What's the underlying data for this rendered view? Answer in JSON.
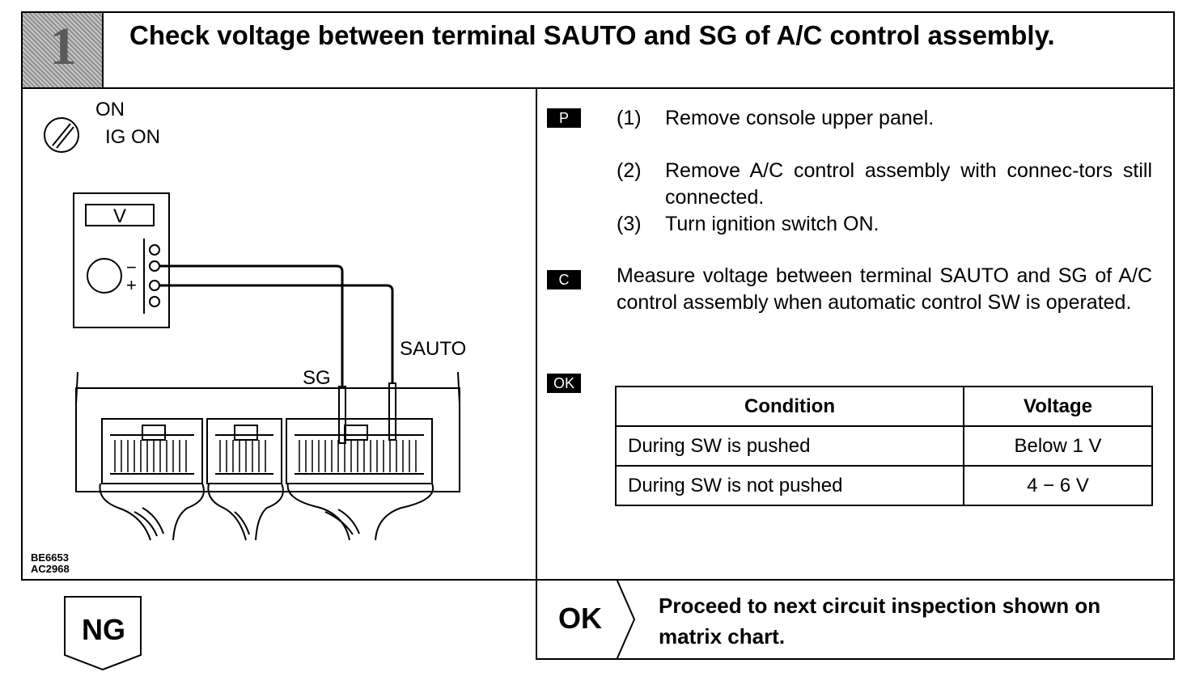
{
  "step": {
    "number": "1"
  },
  "title": "Check voltage between terminal SAUTO and SG of A/C control assembly.",
  "diagram": {
    "ignition_top": "ON",
    "ignition_bottom": "IG ON",
    "meter_label": "V",
    "minus": "−",
    "plus": "+",
    "terminal_sg": "SG",
    "terminal_sauto": "SAUTO",
    "codes": [
      "BE6653",
      "AC2968"
    ]
  },
  "tags": {
    "prep": "P",
    "check": "C",
    "ok": "OK"
  },
  "steps": [
    {
      "num": "(1)",
      "text": "Remove console upper panel."
    },
    {
      "num": "(2)",
      "text": "Remove A/C control assembly with connec-tors still connected."
    },
    {
      "num": "(3)",
      "text": "Turn ignition switch ON."
    }
  ],
  "check_text": "Measure voltage between terminal SAUTO and SG of A/C control assembly when automatic control SW is operated.",
  "table": {
    "headers": [
      "Condition",
      "Voltage"
    ],
    "rows": [
      [
        "During SW is pushed",
        "Below 1 V"
      ],
      [
        "During SW is not pushed",
        "4 − 6 V"
      ]
    ]
  },
  "ok_result": {
    "label": "OK",
    "text": "Proceed to next circuit inspection shown on matrix chart."
  },
  "ng_result": {
    "label": "NG"
  }
}
